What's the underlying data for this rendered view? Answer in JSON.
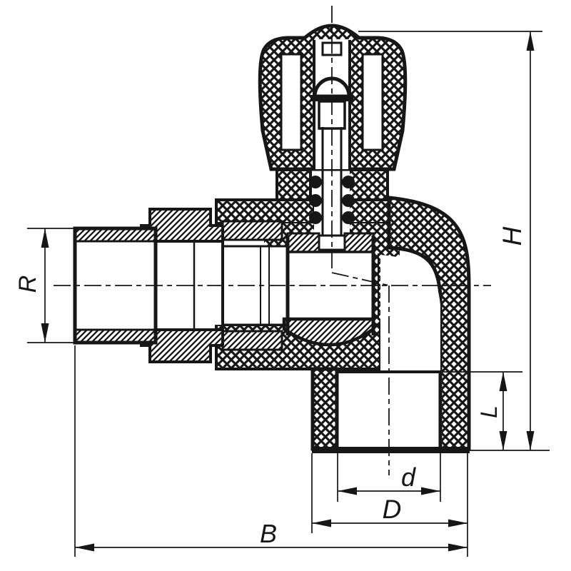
{
  "drawing": {
    "kind": "valve-cross-section",
    "dimension_labels": {
      "r": "R",
      "h": "H",
      "l": "L",
      "d_inner": "d",
      "d_outer": "D",
      "b": "B"
    },
    "colors": {
      "ink": "#161616",
      "background": "#ffffff"
    }
  }
}
